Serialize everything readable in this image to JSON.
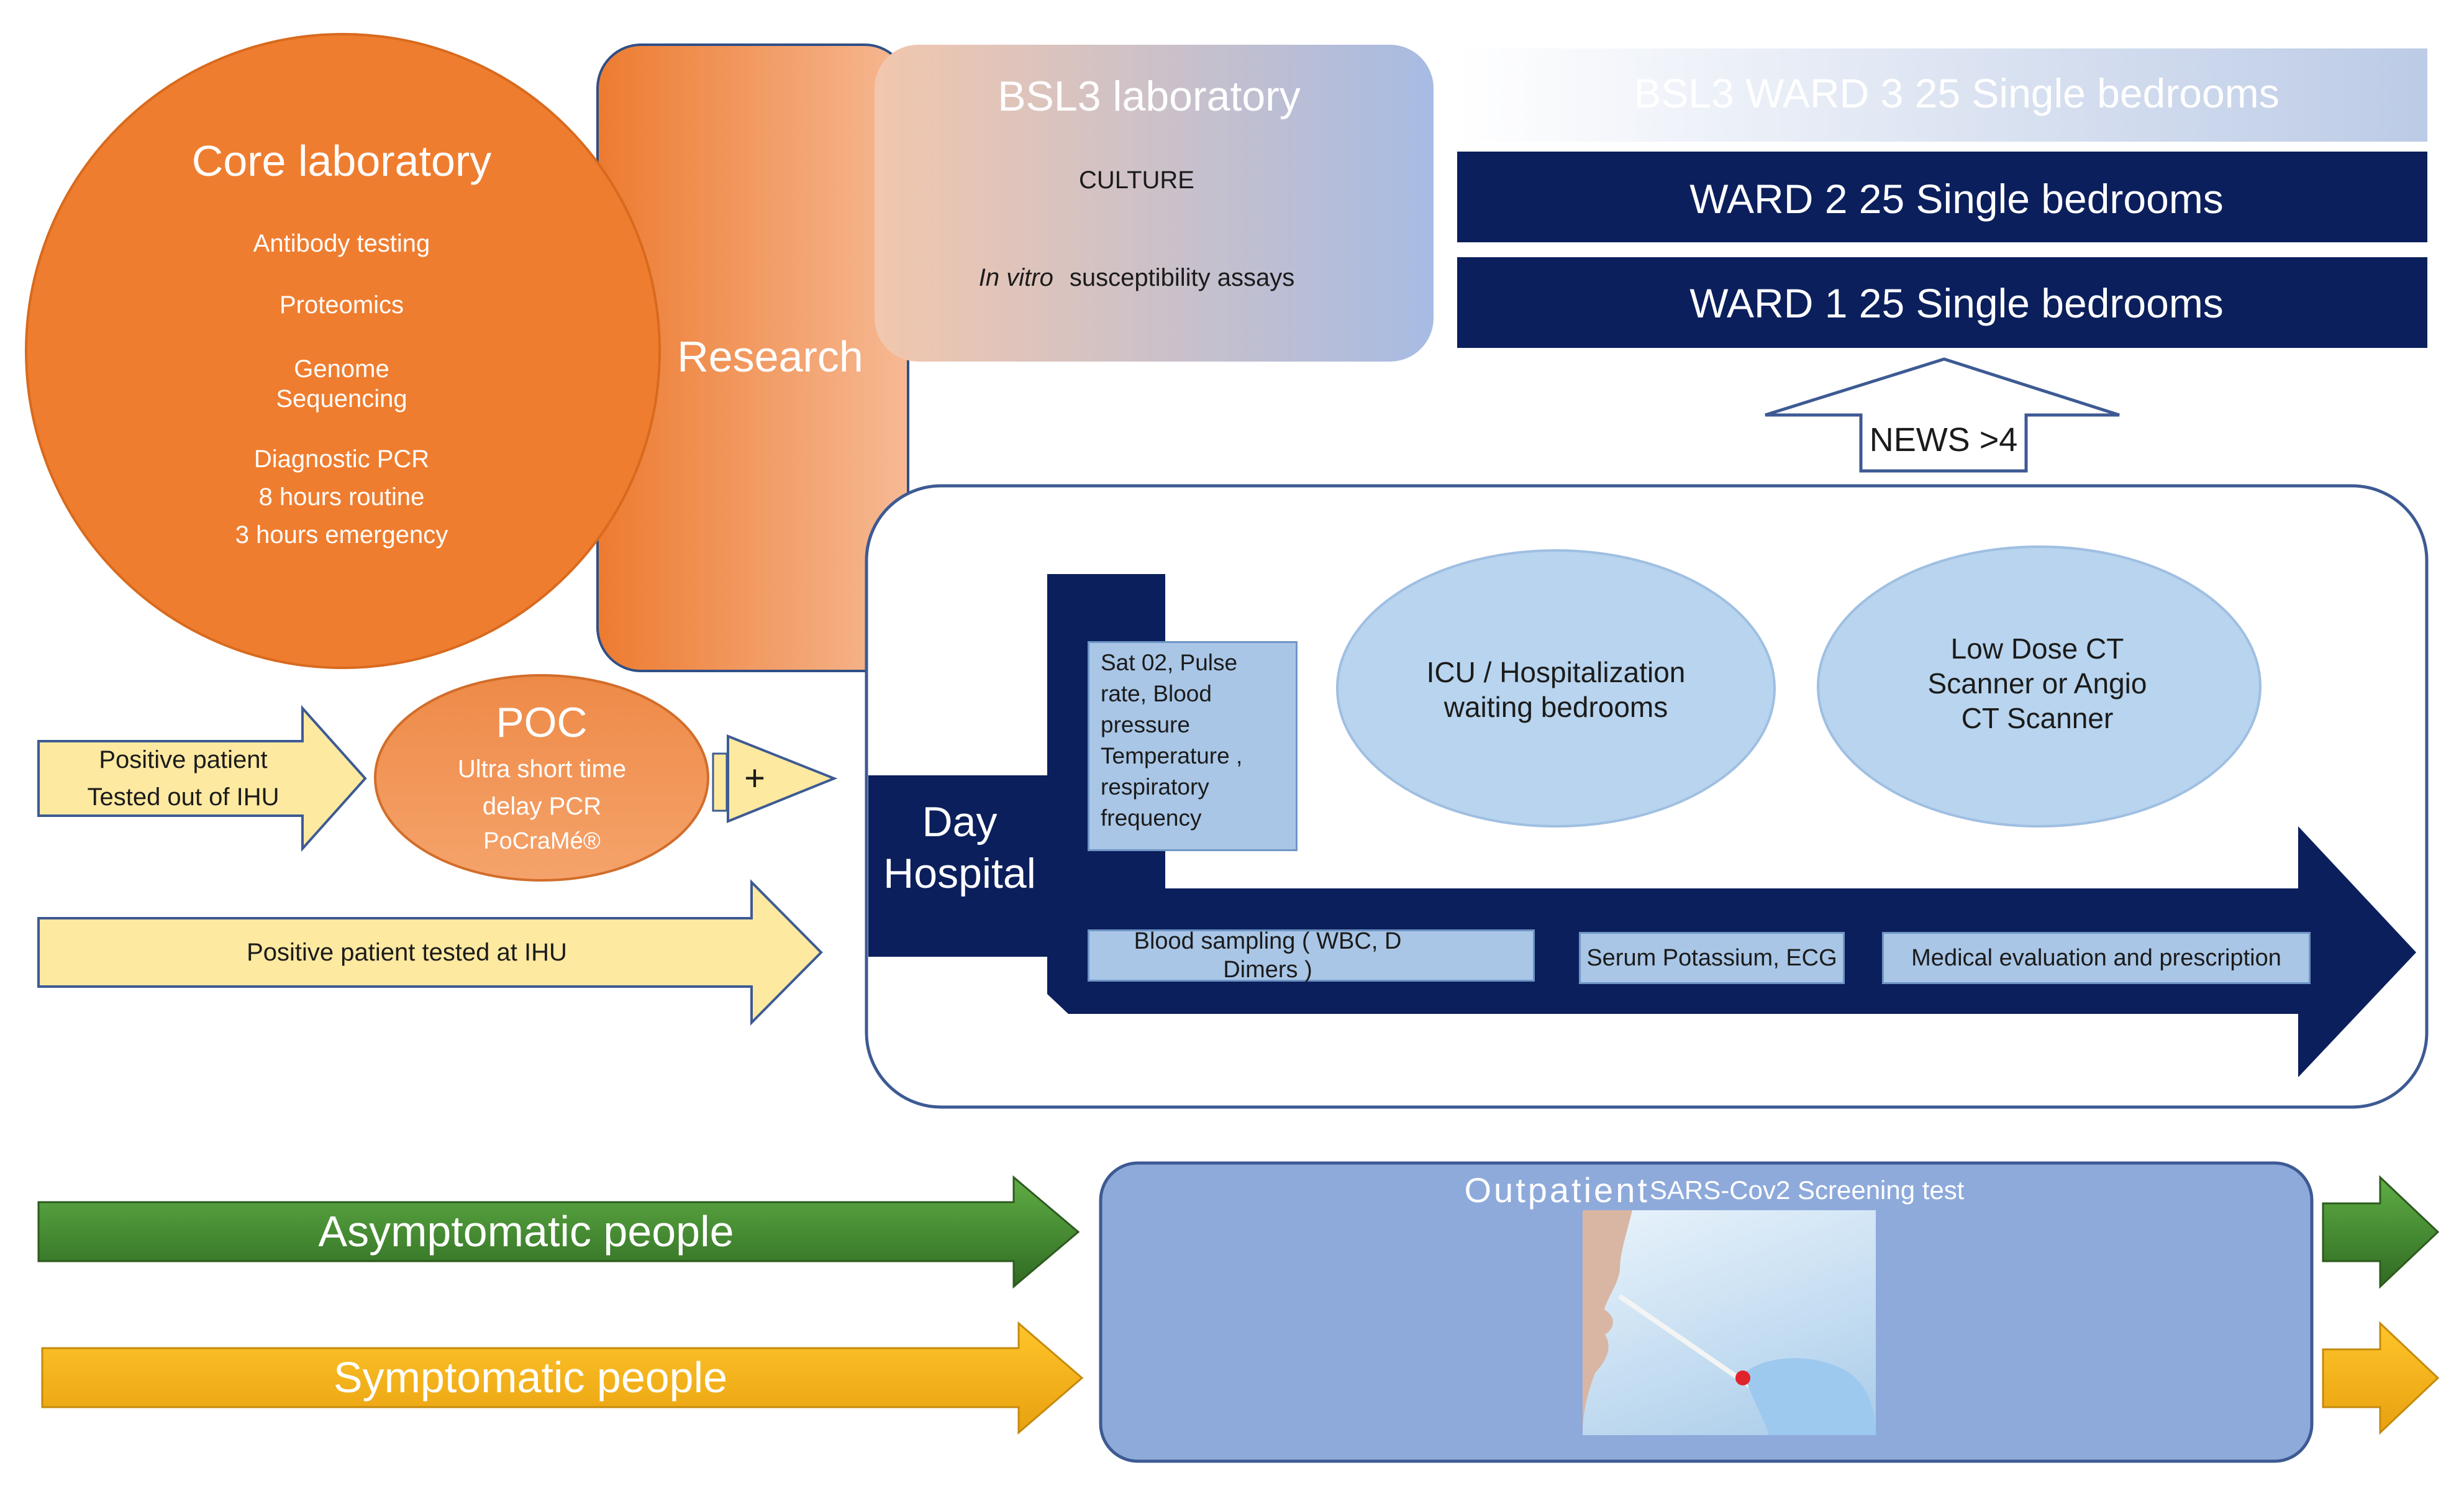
{
  "core_laboratory": {
    "title": "Core laboratory",
    "items": [
      "Antibody testing",
      "Proteomics",
      "Genome Sequencing",
      "Diagnostic PCR",
      "8 hours routine",
      "3 hours emergency"
    ]
  },
  "research": {
    "label": "Research"
  },
  "bsl3_laboratory": {
    "title": "BSL3 laboratory",
    "culture": "CULTURE",
    "assay_italic": "In vitro",
    "assay_rest": "susceptibility assays"
  },
  "wards": {
    "ward3": "BSL3 WARD 3 25 Single bedrooms",
    "ward2": "WARD 2 25 Single bedrooms",
    "ward1": "WARD 1 25 Single bedrooms"
  },
  "news_arrow": {
    "label": "NEWS >4"
  },
  "poc": {
    "title": "POC",
    "line1": "Ultra short time",
    "line2": "delay PCR",
    "line3": "PoCraMé®"
  },
  "plus_arrow": {
    "label": "+"
  },
  "inputs": {
    "tested_out": "Positive patient Tested out of IHU",
    "tested_at": "Positive patient tested at IHU"
  },
  "day_hospital": {
    "label": "Day Hospital",
    "vitals": "Sat 02, Pulse rate, Blood pressure Temperature , respiratory frequency",
    "icu": "ICU / Hospitalization waiting bedrooms",
    "ct": "Low Dose CT Scanner or Angio CT Scanner",
    "steps": [
      "Blood sampling ( WBC, D Dimers )",
      "Serum Potassium, ECG",
      "Medical evaluation and prescription"
    ]
  },
  "outpatient": {
    "title_big": "Outpatient",
    "title_small": "SARS-Cov2 Screening test"
  },
  "people": {
    "asymptomatic": "Asymptomatic people",
    "symptomatic": "Symptomatic people"
  },
  "colors": {
    "orange": "#ee7f34",
    "navy": "#0b1f5c",
    "pale_yellow": "#fde9a0",
    "green": "#4f9a35",
    "gold": "#f7b619",
    "outpatient_blue": "#8eaadb"
  }
}
